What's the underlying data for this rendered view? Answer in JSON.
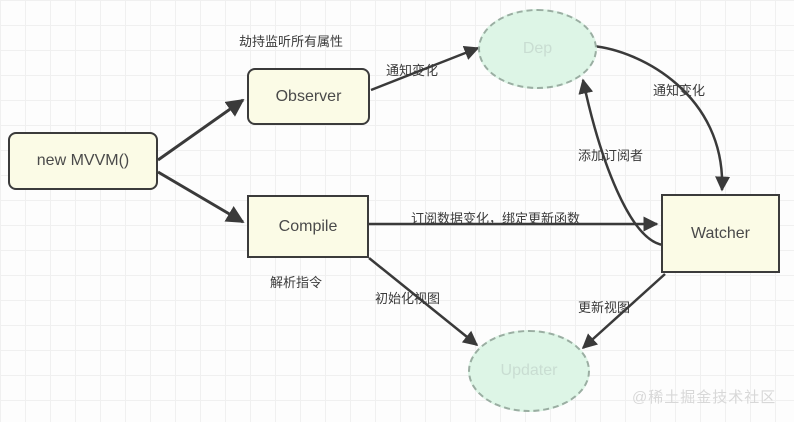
{
  "diagram": {
    "title": "MVVM Data Binding Flow",
    "background": {
      "color": "#fdfdfd",
      "grid_minor_color": "#f0f0f0",
      "grid_major_color": "#e8e8e8"
    },
    "colors": {
      "box_fill": "#fbfbe6",
      "box_border": "#3b3b3b",
      "ellipse_fill": "#ddf5e6",
      "ellipse_border": "#9aaea2",
      "ellipse_text": "#c9ddd2",
      "edge": "#3a3a3a",
      "label_text": "#3a3a3a",
      "watermark": "#d8d8d8"
    },
    "nodes": [
      {
        "id": "mvvm",
        "label": "new MVVM()",
        "shape": "rounded-rect"
      },
      {
        "id": "observer",
        "label": "Observer",
        "shape": "rounded-rect"
      },
      {
        "id": "compile",
        "label": "Compile",
        "shape": "rect"
      },
      {
        "id": "watcher",
        "label": "Watcher",
        "shape": "rect"
      },
      {
        "id": "dep",
        "label": "Dep",
        "shape": "ellipse"
      },
      {
        "id": "updater",
        "label": "Updater",
        "shape": "ellipse"
      }
    ],
    "edges": [
      {
        "id": "mvvm-observer",
        "from": "mvvm",
        "to": "observer",
        "label": "劫持监听所有属性"
      },
      {
        "id": "mvvm-compile",
        "from": "mvvm",
        "to": "compile",
        "label": "解析指令"
      },
      {
        "id": "observer-dep",
        "from": "observer",
        "to": "dep",
        "label": "通知变化"
      },
      {
        "id": "dep-watcher",
        "from": "dep",
        "to": "watcher",
        "label": "通知变化"
      },
      {
        "id": "watcher-dep",
        "from": "watcher",
        "to": "dep",
        "label": "添加订阅者"
      },
      {
        "id": "compile-watcher",
        "from": "compile",
        "to": "watcher",
        "label": "订阅数据变化，绑定更新函数"
      },
      {
        "id": "compile-updater",
        "from": "compile",
        "to": "updater",
        "label": "初始化视图"
      },
      {
        "id": "watcher-updater",
        "from": "watcher",
        "to": "updater",
        "label": "更新视图"
      }
    ],
    "watermark": "@稀土掘金技术社区"
  }
}
